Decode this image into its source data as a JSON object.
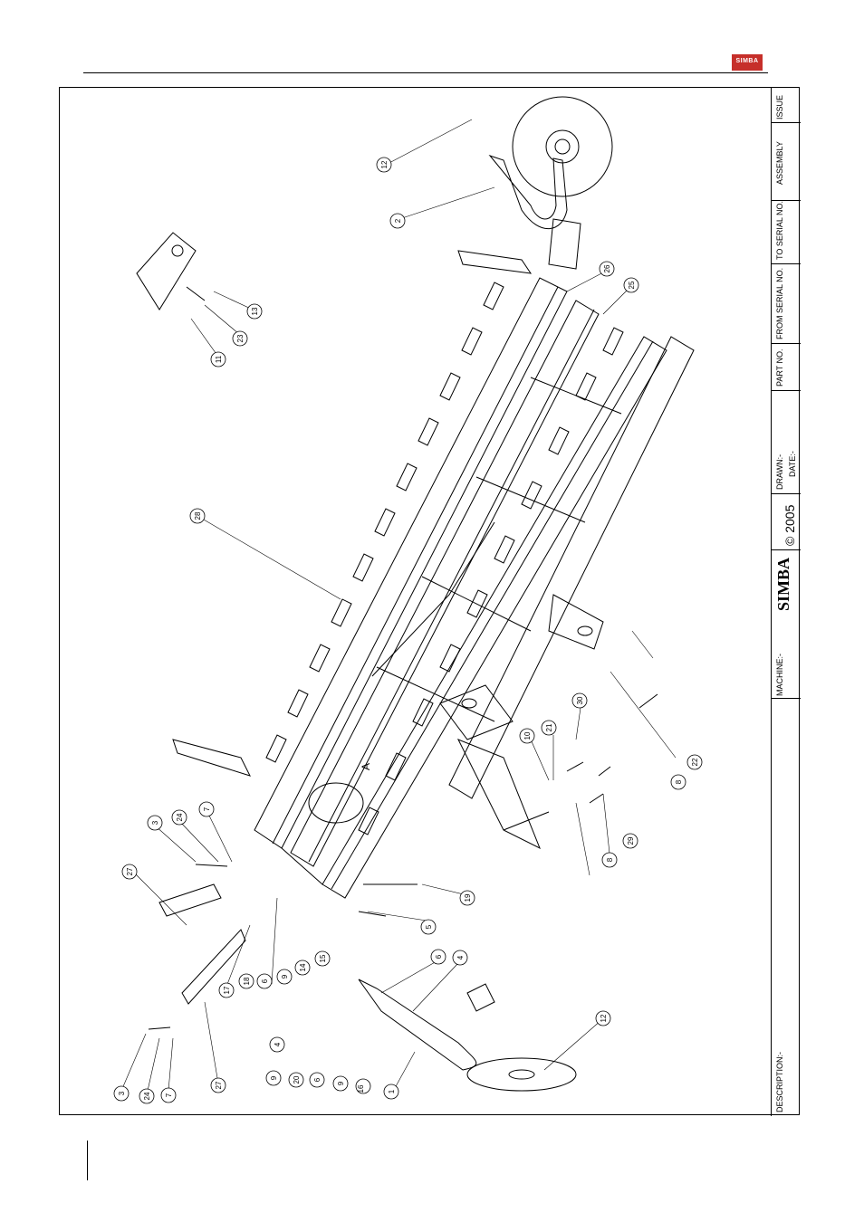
{
  "header": {
    "logo_text": "SIMBA",
    "logo_color": "#c62f2a"
  },
  "title_block": {
    "description_label": "DESCRIPTION:-",
    "machine_label": "MACHINE:-",
    "brand": "SIMBA",
    "copyright": "© 2005",
    "drawn_label": "DRAWN:-",
    "date_label": "DATE:-",
    "part_no_label": "PART NO.",
    "from_serial_label": "FROM SERIAL NO.",
    "to_serial_label": "TO SERIAL NO.",
    "assembly_label": "ASSEMBLY",
    "issue_label": "ISSUE"
  },
  "drawing": {
    "view_label": "A",
    "callouts": [
      "1",
      "2",
      "3",
      "3",
      "4",
      "4",
      "5",
      "6",
      "6",
      "6",
      "7",
      "7",
      "8",
      "8",
      "9",
      "9",
      "9",
      "10",
      "11",
      "12",
      "12",
      "13",
      "14",
      "15",
      "16",
      "17",
      "18",
      "19",
      "20",
      "21",
      "22",
      "23",
      "24",
      "24",
      "25",
      "26",
      "27",
      "27",
      "28",
      "29",
      "30"
    ]
  }
}
